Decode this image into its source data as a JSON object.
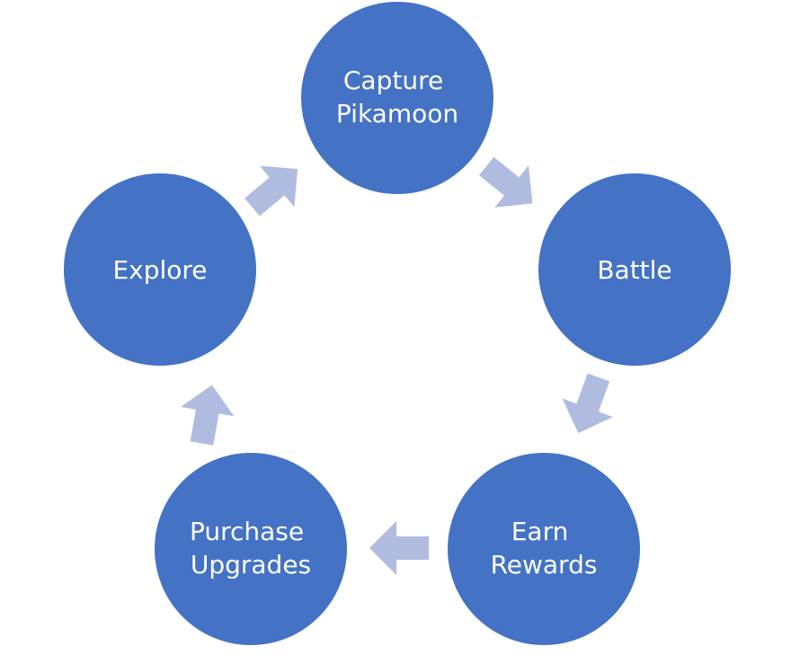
{
  "colors": {
    "node_fill": "#4472C4",
    "arrow_fill": "#AFBCDF",
    "text": "#FFFFFF",
    "background": "#FFFFFF"
  },
  "nodes": [
    {
      "id": "capture",
      "lines": [
        "Capture",
        "Pikamoon"
      ]
    },
    {
      "id": "battle",
      "lines": [
        "Battle"
      ]
    },
    {
      "id": "earn",
      "lines": [
        "Earn",
        "Rewards"
      ]
    },
    {
      "id": "purchase",
      "lines": [
        "Purchase",
        "Upgrades"
      ]
    },
    {
      "id": "explore",
      "lines": [
        "Explore"
      ]
    }
  ]
}
